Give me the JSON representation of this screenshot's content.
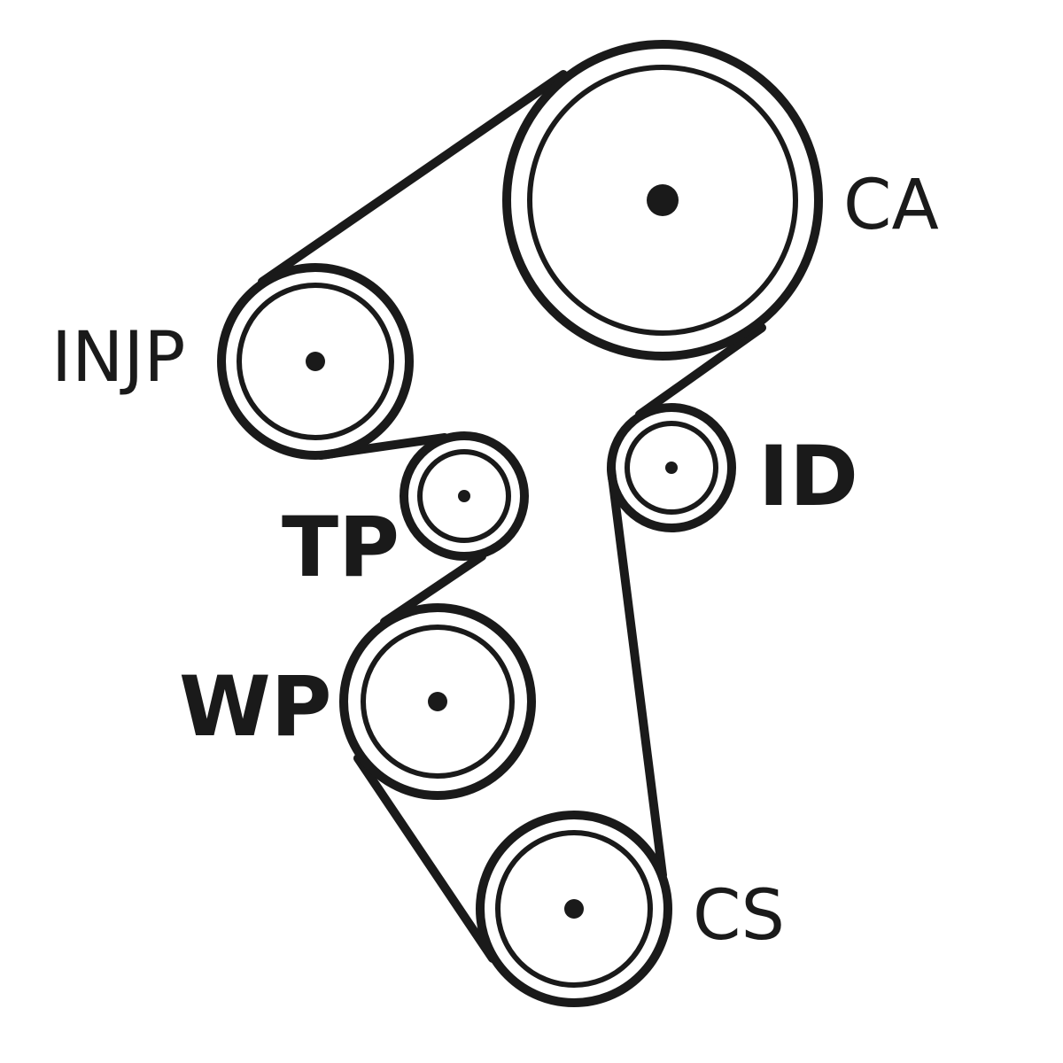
{
  "diagram": {
    "colors": {
      "ink": "#1a1a1a",
      "background": "#ffffff"
    },
    "pulleys": {
      "ca": {
        "label": "CA"
      },
      "injp": {
        "label": "INJP"
      },
      "tp": {
        "label": "TP"
      },
      "id": {
        "label": "ID"
      },
      "wp": {
        "label": "WP"
      },
      "cs": {
        "label": "CS"
      }
    }
  }
}
